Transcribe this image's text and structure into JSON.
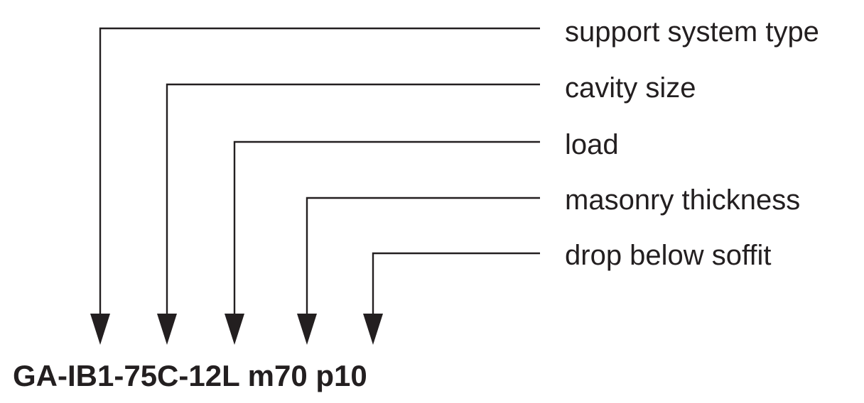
{
  "diagram": {
    "code": "GA-IB1-75C-12L m70 p10",
    "labels": [
      "support system type",
      "cavity size",
      "load",
      "masonry thickness",
      "drop below soffit"
    ]
  },
  "colors": {
    "ink": "#231f20",
    "background": "#ffffff"
  }
}
